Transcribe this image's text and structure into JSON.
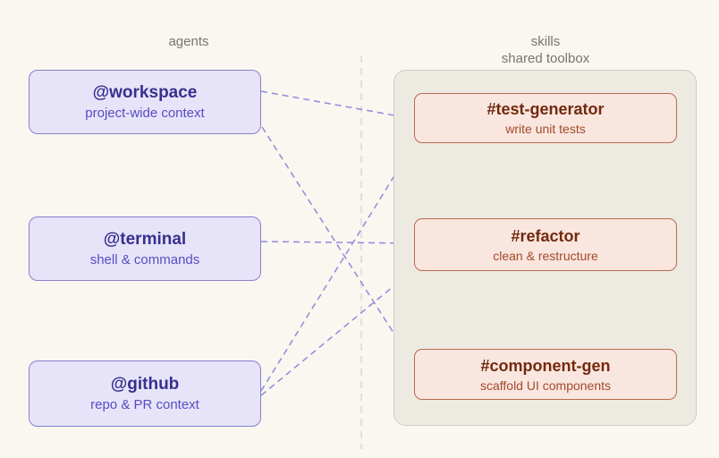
{
  "columns": {
    "agents_label": "agents",
    "skills_label": "skills\nshared toolbox"
  },
  "agents": [
    {
      "id": "workspace",
      "title": "@workspace",
      "subtitle": "project-wide context"
    },
    {
      "id": "terminal",
      "title": "@terminal",
      "subtitle": "shell & commands"
    },
    {
      "id": "github",
      "title": "@github",
      "subtitle": "repo & PR context"
    }
  ],
  "skills": [
    {
      "id": "test-generator",
      "title": "#test-generator",
      "subtitle": "write unit tests"
    },
    {
      "id": "refactor",
      "title": "#refactor",
      "subtitle": "clean & restructure"
    },
    {
      "id": "component-gen",
      "title": "#component-gen",
      "subtitle": "scaffold UI components"
    }
  ],
  "connections": [
    {
      "from": "workspace",
      "to": "test-generator"
    },
    {
      "from": "workspace",
      "to": "component-gen"
    },
    {
      "from": "terminal",
      "to": "refactor"
    },
    {
      "from": "github",
      "to": "test-generator"
    },
    {
      "from": "github",
      "to": "refactor"
    }
  ],
  "colors": {
    "page_background": "#f9f7f0",
    "agent_fill": "#e7e4f9",
    "agent_border": "#8680d0",
    "agent_title_text": "#37308f",
    "agent_subtitle_text": "#584cc2",
    "skill_fill": "#f9e6df",
    "skill_border": "#b96a4e",
    "skill_title_text": "#73290e",
    "skill_subtitle_text": "#a3492b",
    "toolbox_fill": "#edebe1",
    "toolbox_border": "#cfccc1",
    "connection_line": "#918ad8",
    "divider_line": "#dcd9cf",
    "header_text": "#77756f"
  }
}
